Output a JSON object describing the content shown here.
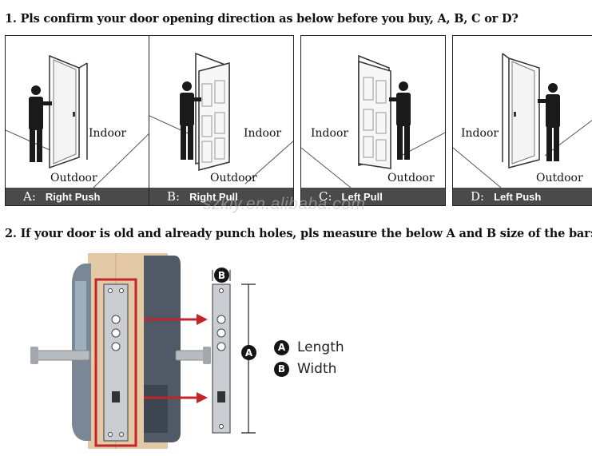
{
  "section1": {
    "heading": "1. Pls confirm your door opening direction as below before you buy, A, B, C or D?"
  },
  "panels": [
    {
      "letter": "A:",
      "label": "Right Push",
      "indoor": "Indoor",
      "outdoor": "Outdoor"
    },
    {
      "letter": "B:",
      "label": "Right Pull",
      "indoor": "Indoor",
      "outdoor": "Outdoor"
    },
    {
      "letter": "C:",
      "label": "Left Pull",
      "indoor": "Indoor",
      "outdoor": "Outdoor"
    },
    {
      "letter": "D:",
      "label": "Left Push",
      "indoor": "Indoor",
      "outdoor": "Outdoor"
    }
  ],
  "watermark": "szkly.en.alibaba.com",
  "section2": {
    "heading": "2. If your door is old and already punch holes, pls measure the below A and B size of the bar:"
  },
  "diagram": {
    "badge_a": "A",
    "badge_b": "B"
  },
  "legend": [
    {
      "badge": "A",
      "text": "Length"
    },
    {
      "badge": "B",
      "text": "Width"
    }
  ],
  "colors": {
    "caption_bar": "#4a4a4a",
    "highlight_red": "#c0262b",
    "door_wood": "#e3c9a6"
  }
}
